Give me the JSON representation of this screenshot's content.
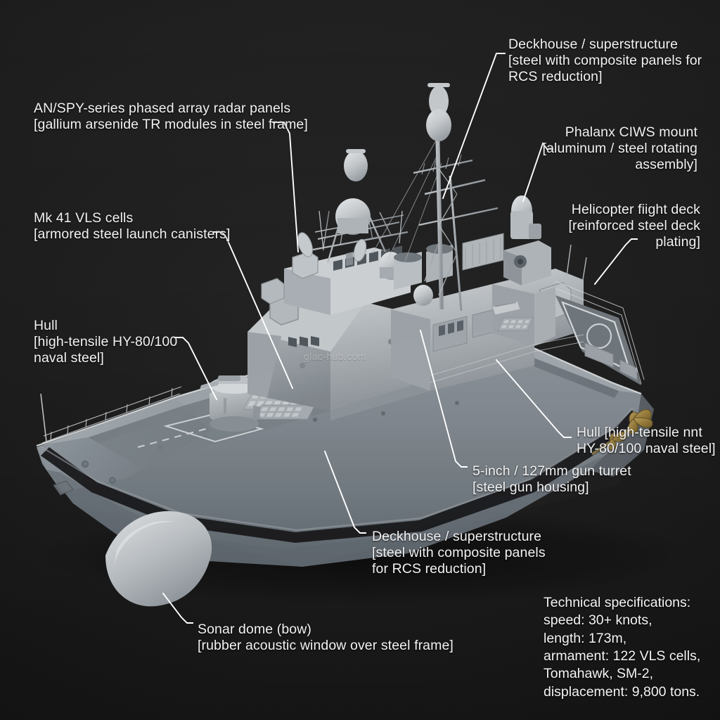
{
  "scene": {
    "subject": "guided-missile cruiser 3d render",
    "background_color": "#191919",
    "leader_line_color": "#ffffff",
    "text_color": "#f2f2f2",
    "watermark": "glac-hub.com"
  },
  "callouts": [
    {
      "id": "deckhouse-top",
      "align": "left",
      "lines": [
        "Deckhouse / superstructure",
        "[steel with composite panels for",
        "RCS reduction]"
      ]
    },
    {
      "id": "radar-panels",
      "align": "left",
      "lines": [
        "AN/SPY-series phased array radar panels",
        "[gallium arsenide TR modules in steel frame]"
      ]
    },
    {
      "id": "ciws",
      "align": "right",
      "lines": [
        "Phalanx CIWS mount",
        "[aluminum / steel rotating",
        "assembly]"
      ]
    },
    {
      "id": "flight-deck",
      "align": "right",
      "lines": [
        "Helicopter fiight deck",
        "[reinforced steel deck",
        "plating]"
      ]
    },
    {
      "id": "vls",
      "align": "left",
      "lines": [
        "Mk 41 VLS cells",
        "[armored steel launch canisters]"
      ]
    },
    {
      "id": "hull-left",
      "align": "left",
      "lines": [
        "Hull",
        "[high-tensile HY-80/100",
        "naval steel]"
      ]
    },
    {
      "id": "hull-right",
      "align": "left",
      "lines": [
        "Hull [high-tensile nnt",
        "HY-80/100 naval steel]"
      ]
    },
    {
      "id": "gun-turret",
      "align": "left",
      "lines": [
        "5-inch / 127mm gun turret",
        "[steel gun housing]"
      ]
    },
    {
      "id": "deckhouse-bottom",
      "align": "left",
      "lines": [
        "Deckhouse / superstructure",
        "[steel with composite panels",
        "for RCS reduction]"
      ]
    },
    {
      "id": "sonar-dome",
      "align": "left",
      "lines": [
        "Sonar dome (bow)",
        "[rubber acoustic window over steel frame]"
      ]
    }
  ],
  "specs": {
    "lines": [
      "Technical specifications:",
      "speed: 30+ knots,",
      "length: 173m,",
      "armament: 122 VLS cells,",
      "Tomahawk, SM-2,",
      "displacement: 9,800 tons."
    ]
  }
}
